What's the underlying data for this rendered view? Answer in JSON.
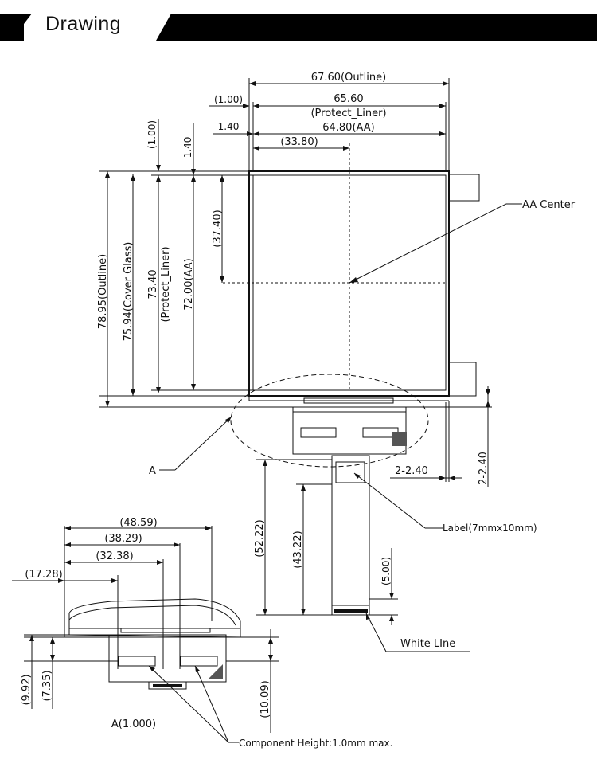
{
  "header": {
    "title": "Drawing"
  },
  "dimensions": {
    "outline_width": "67.60(Outline)",
    "offset_100": "(1.00)",
    "protect_width": "65.60",
    "protect_width_label": "(Protect_Liner)",
    "offset_140": "1.40",
    "aa_width": "64.80(AA)",
    "half_aa": "(33.80)",
    "left_100": "(1.00)",
    "left_140": "1.40",
    "outline_height": "78.95(Outline)",
    "glass_height": "75.94(Cover Glass)",
    "protect_height": "73.40",
    "protect_height_label": "(Protect_Liner)",
    "aa_height": "72.00(AA)",
    "half_height": "(37.40)",
    "fpc_length": "(52.22)",
    "fpc_length2": "(43.22)",
    "fpc_end": "(5.00)",
    "bottom_240": "2-2.40",
    "right_240": "2-2.40",
    "d4859": "(48.59)",
    "d3829": "(38.29)",
    "d3238": "(32.38)",
    "d1728": "(17.28)",
    "d992": "(9.92)",
    "d735": "(7.35)",
    "d1009": "(10.09)"
  },
  "labels": {
    "aa_center": "AA Center",
    "a_marker": "A",
    "label_note": "Label(7mmx10mm)",
    "white_line": "White LIne",
    "detail_scale": "A(1.000)",
    "component_height": "Component Height:1.0mm max."
  }
}
